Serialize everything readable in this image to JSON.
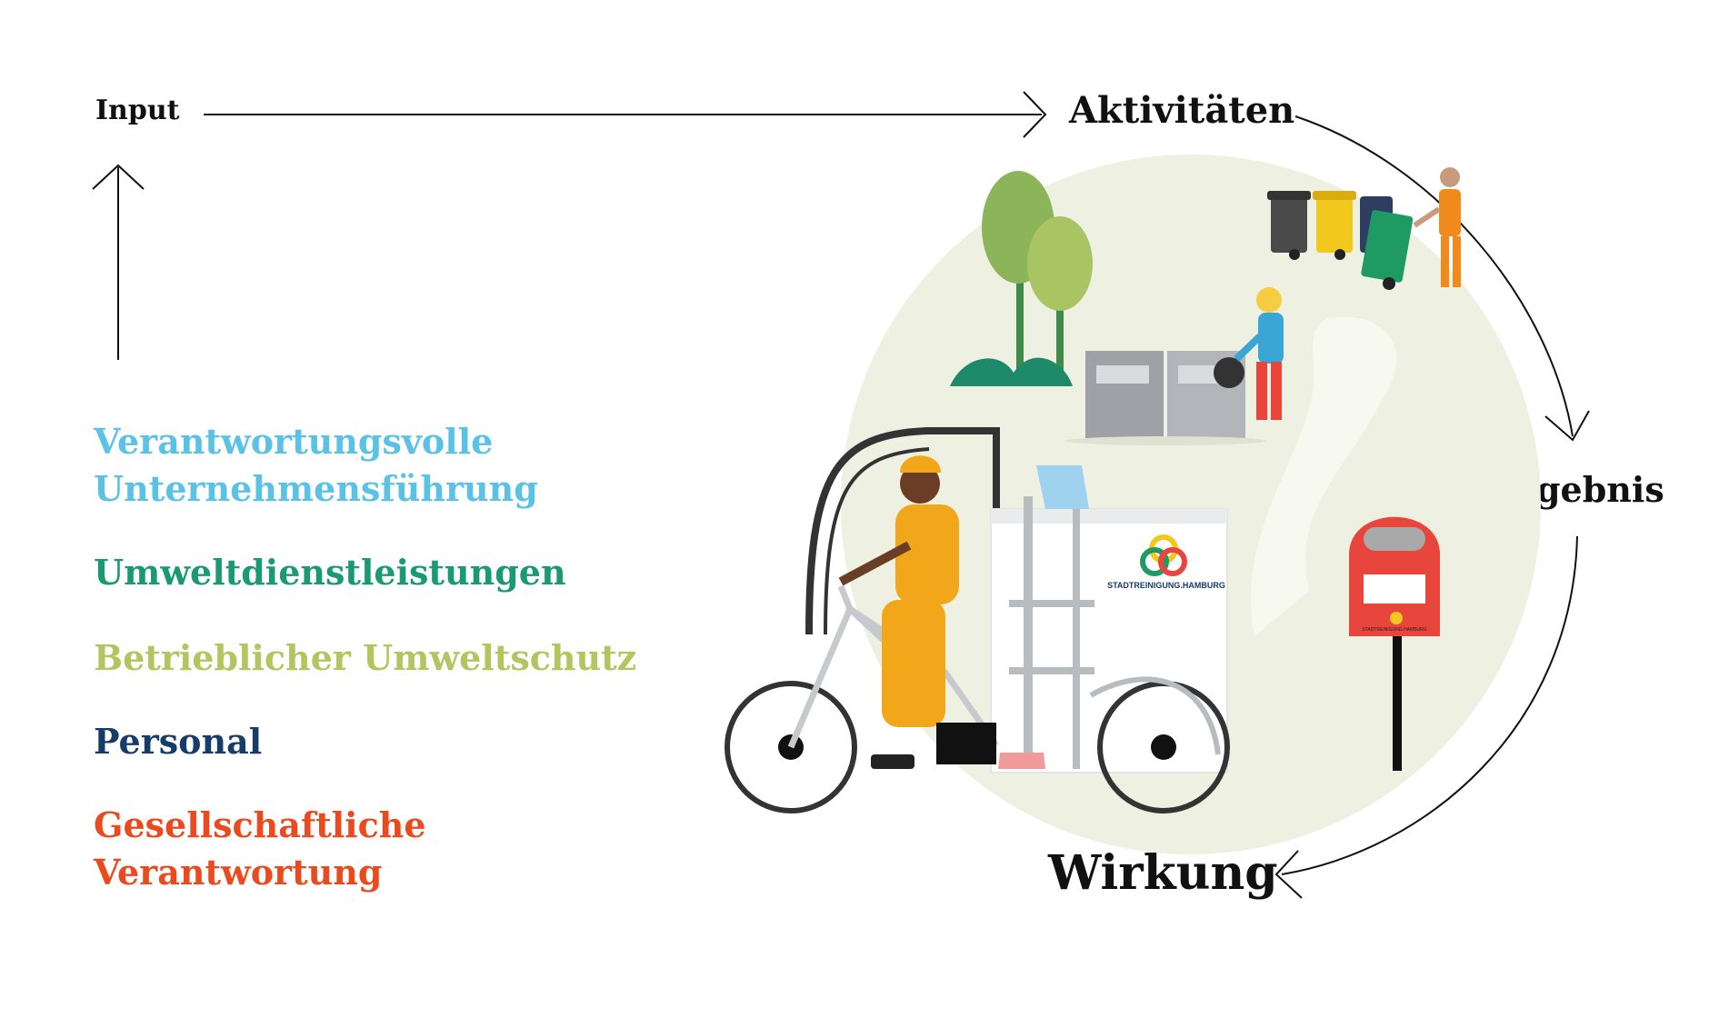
{
  "flow": {
    "input": "Input",
    "activities": "Aktivitäten",
    "result": "Ergebnis",
    "impact": "Wirkung"
  },
  "categories": [
    {
      "lines": [
        "Verantwortungsvolle",
        "Unternehmensführung"
      ],
      "color": "#5bc2e7"
    },
    {
      "lines": [
        "Umweltdienstleistungen"
      ],
      "color": "#1a9a70"
    },
    {
      "lines": [
        "Betrieblicher Umweltschutz"
      ],
      "color": "#b3c55e"
    },
    {
      "lines": [
        "Personal"
      ],
      "color": "#163d6a"
    },
    {
      "lines": [
        "Gesellschaftliche",
        "Verantwortung"
      ],
      "color": "#ea4a1e"
    }
  ],
  "logos": {
    "bike_box": "STADTREINIGUNG.HAMBURG",
    "bin": "STADTREINIGUNG HAMBURG"
  },
  "colors": {
    "scene_circle": "#eef1e1",
    "worker_orange": "#f2a71b",
    "bin_red": "#e8453c"
  },
  "icons": [
    "tree-icon",
    "waste-bin-icon",
    "container-icon",
    "person-icon",
    "cargo-bike-icon",
    "litter-bin-icon"
  ]
}
